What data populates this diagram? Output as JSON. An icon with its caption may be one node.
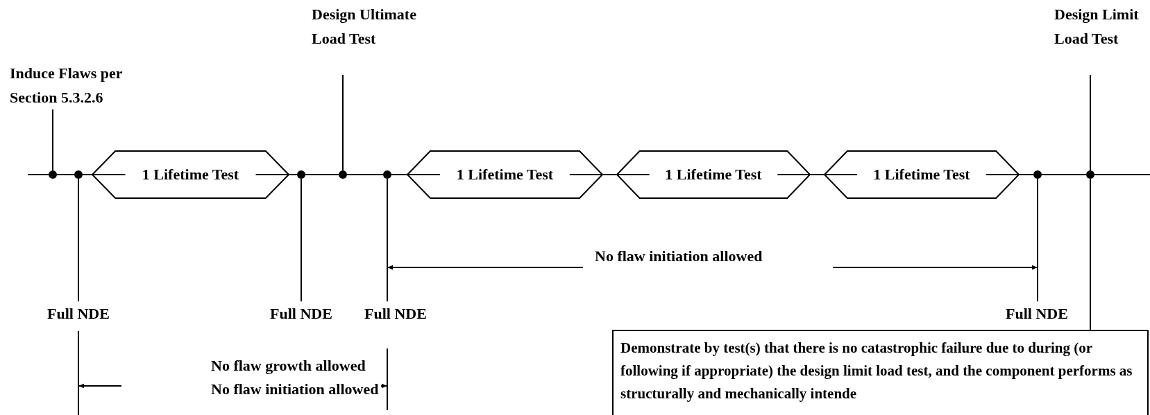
{
  "diagram": {
    "nodes": [
      {
        "text": [
          "Induce Flaws per Section 5.3.2.6"
        ]
      },
      {
        "text": [
          "Design Ultimate Load Test"
        ]
      },
      {
        "text": [
          "Design Limit Load Test"
        ]
      },
      {
        "text": [],
        "shape": "circle"
      },
      {
        "text": [],
        "shape": "circle"
      },
      {
        "text": [],
        "shape": "circle"
      },
      {
        "text": [],
        "shape": "circle"
      },
      {
        "text": [],
        "shape": "circle"
      },
      {
        "text": [],
        "shape": "circle"
      },
      {
        "text": [],
        "shape": "circle"
      },
      {
        "text": [
          "1 Lifetime Test"
        ]
      },
      {
        "text": [
          "1 Lifetime Test"
        ]
      },
      {
        "text": [
          "1 Lifetime Test"
        ]
      },
      {
        "text": [
          "1 Lifetime Test"
        ]
      },
      {
        "text": [
          "Full NDE"
        ]
      },
      {
        "text": [
          "Full NDE"
        ]
      },
      {
        "text": [
          "Full NDE"
        ]
      },
      {
        "text": [
          "Full NDE"
        ]
      },
      {
        "text": [
          "Demonstrate by test(s) that there is no catastrophic failure due to during (or following if appropriate) the design limit load test, and the component performs as structurally and mechanically intende"
        ]
      }
    ],
    "edges": [
      {
        "from": null,
        "to": 3,
        "arrow": "none"
      },
      {
        "from": 3,
        "to": 4,
        "arrow": "none"
      },
      {
        "from": 4,
        "to": 10,
        "arrow": "none"
      },
      {
        "from": 10,
        "to": 5,
        "arrow": "none"
      },
      {
        "from": 5,
        "to": 6,
        "arrow": "none"
      },
      {
        "from": 6,
        "to": 7,
        "arrow": "none"
      },
      {
        "from": 7,
        "to": 11,
        "arrow": "none"
      },
      {
        "from": 11,
        "to": 12,
        "arrow": "none"
      },
      {
        "from": 12,
        "to": 13,
        "arrow": "none"
      },
      {
        "from": 13,
        "to": 8,
        "arrow": "none"
      },
      {
        "from": 8,
        "to": 9,
        "arrow": "none"
      },
      {
        "from": 9,
        "to": null,
        "arrow": "none"
      },
      {
        "from": 0,
        "to": 3,
        "arrow": "none"
      },
      {
        "from": 1,
        "to": 6,
        "arrow": "none"
      },
      {
        "from": 2,
        "to": 9,
        "arrow": "none"
      },
      {
        "from": 4,
        "to": 14,
        "arrow": "none"
      },
      {
        "from": 5,
        "to": 15,
        "arrow": "none"
      },
      {
        "from": 7,
        "to": 16,
        "arrow": "none"
      },
      {
        "from": 8,
        "to": 17,
        "arrow": "none"
      },
      {
        "from": 9,
        "to": 18,
        "arrow": "none"
      }
    ],
    "labels": [
      "No flaw initiation allowed",
      "No flaw growth allowed",
      "No flaw initiation allowed"
    ]
  }
}
